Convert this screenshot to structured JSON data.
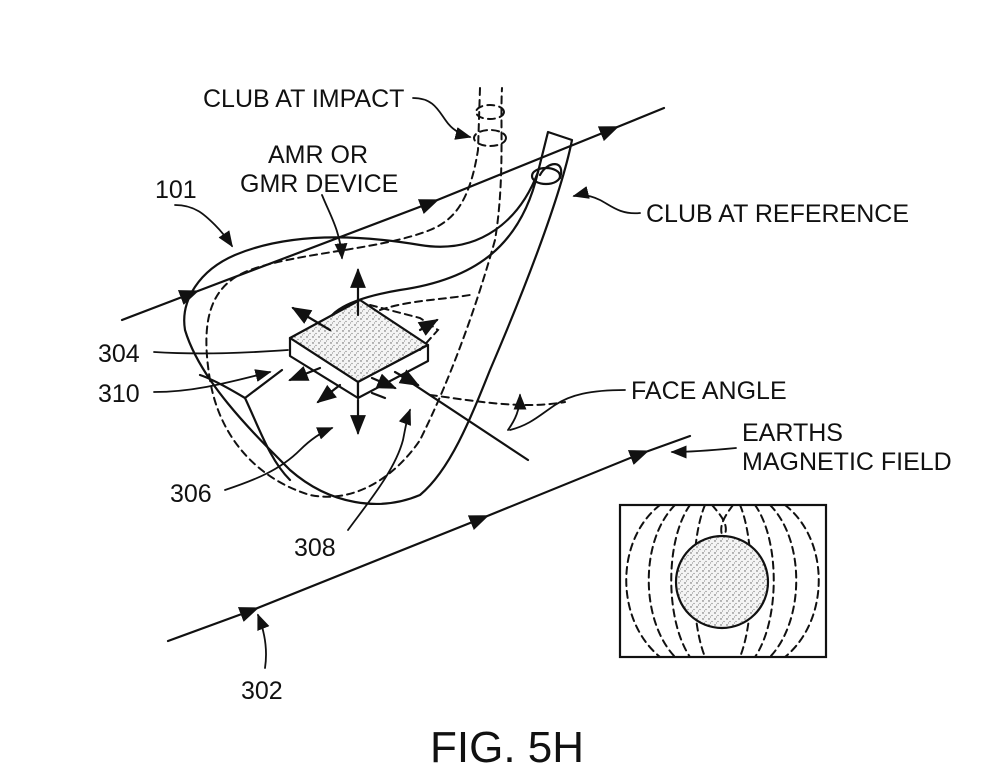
{
  "labels": {
    "club_at_impact": "CLUB AT IMPACT",
    "amr_line1": "AMR OR",
    "amr_line2": "GMR DEVICE",
    "club_at_reference": "CLUB AT REFERENCE",
    "face_angle": "FACE ANGLE",
    "earths_line1": "EARTHS",
    "earths_line2": "MAGNETIC FIELD",
    "ref_101": "101",
    "ref_302": "302",
    "ref_304": "304",
    "ref_306": "306",
    "ref_308": "308",
    "ref_310": "310"
  },
  "caption": "FIG. 5H",
  "colors": {
    "ink": "#111111",
    "background": "#ffffff"
  }
}
